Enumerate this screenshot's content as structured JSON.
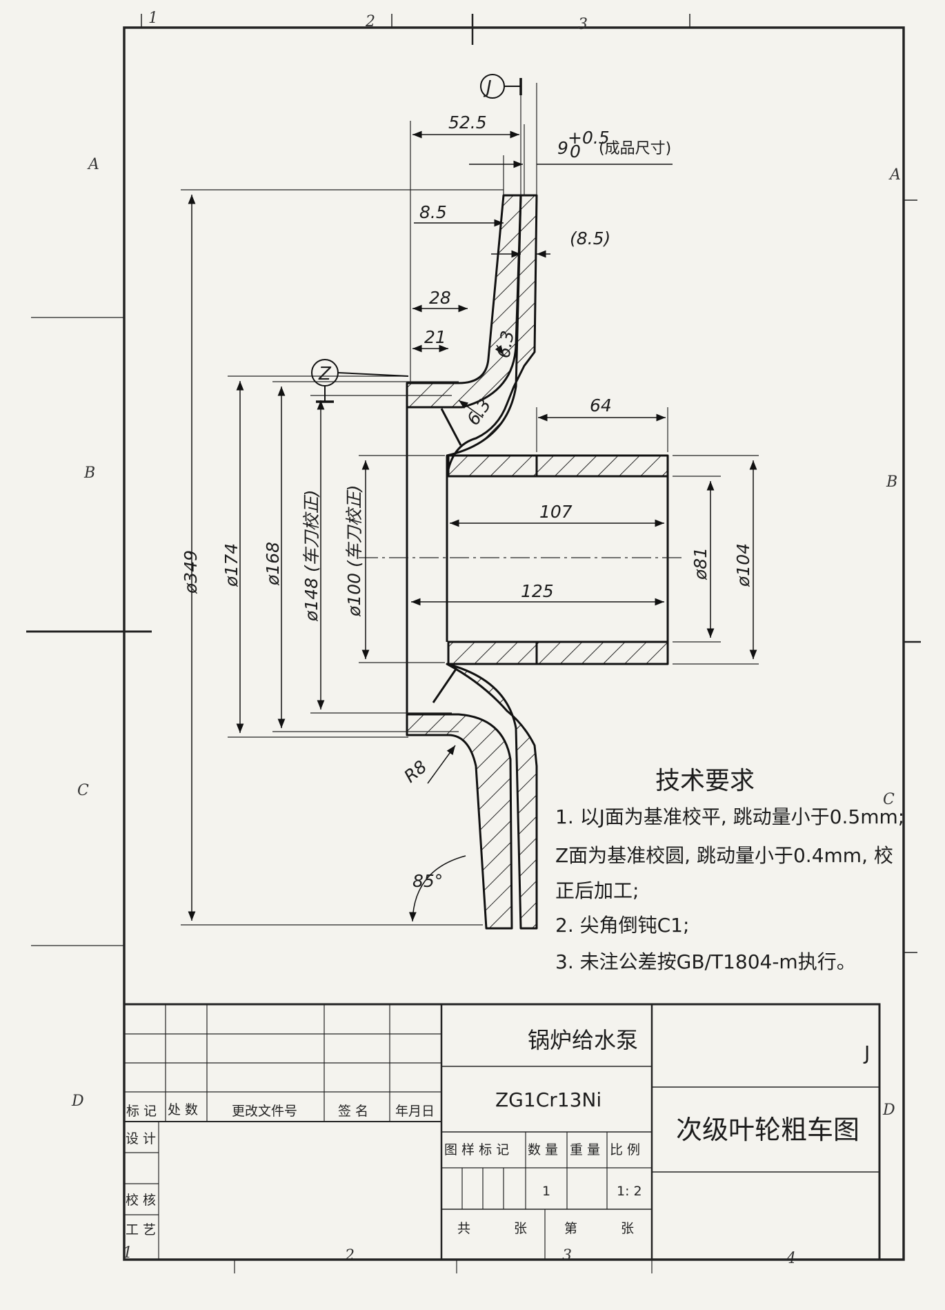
{
  "zones": {
    "top_cols": [
      "1",
      "2",
      "3"
    ],
    "bottom_cols": [
      "1",
      "2",
      "3",
      "4"
    ],
    "left_rows": [
      "A",
      "B",
      "C",
      "D"
    ],
    "right_rows": [
      "A",
      "B",
      "C",
      "D"
    ]
  },
  "datums": {
    "j": "J",
    "z": "Z"
  },
  "dims": {
    "d_52_5": "52.5",
    "d_9_base": "9",
    "d_9_upper": "+0.5",
    "d_9_lower": "0",
    "d_9_note": "(成品尺寸)",
    "d_8_5": "8.5",
    "d_8_5_ref": "(8.5)",
    "d_28": "28",
    "d_21": "21",
    "d_64": "64",
    "d_6_3_a": "6.3",
    "d_6_3_b": "6.3",
    "d_107": "107",
    "d_125": "125",
    "phi_349": "ø349",
    "phi_174": "ø174",
    "phi_168": "ø168",
    "phi_148": "ø148 (车刀校正)",
    "phi_100": "ø100 (车刀校正)",
    "phi_81": "ø81",
    "phi_104": "ø104",
    "r8": "R8",
    "angle_85": "85°"
  },
  "requirements": {
    "title": "技术要求",
    "lines": [
      "1. 以J面为基准校平, 跳动量小于0.5mm;",
      "Z面为基准校圆, 跳动量小于0.4mm, 校",
      "正后加工;",
      "2. 尖角倒钝C1;",
      "3. 未注公差按GB/T1804-m执行。"
    ]
  },
  "title_block": {
    "product": "锅炉给水泵",
    "material": "ZG1Cr13Ni",
    "drawing_name": "次级叶轮粗车图",
    "rev_headers": [
      "标 记",
      "处 数",
      "更改文件号",
      "签 名",
      "年月日"
    ],
    "roles": [
      "设 计",
      "校 核",
      "工 艺"
    ],
    "info_headers": [
      "图 样 标 记",
      "数 量",
      "重 量",
      "比 例"
    ],
    "quantity": "1",
    "scale": "1: 2",
    "sheet_total_label": "共",
    "sheet_unit_1": "张",
    "sheet_no_label": "第",
    "sheet_unit_2": "张",
    "corner_mark": "J"
  }
}
